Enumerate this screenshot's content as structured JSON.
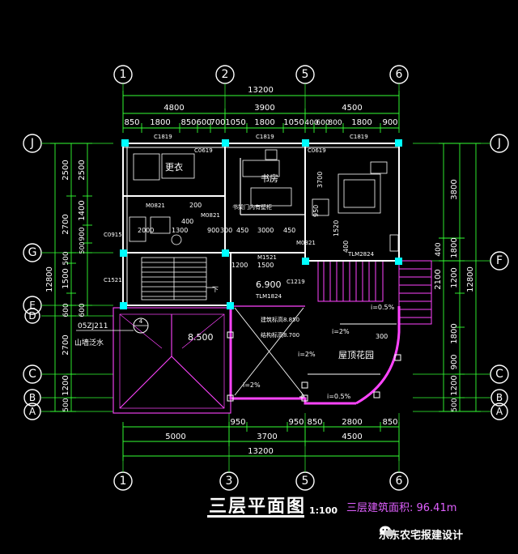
{
  "colors": {
    "background": "#000000",
    "dim_line": "#33ff33",
    "wall": "#ffffff",
    "column": "#00ffff",
    "roof": "#ff44ff",
    "text": "#ffffff",
    "accent_text": "#e060ff",
    "label_yellow": "#ffff66"
  },
  "axes": {
    "top": [
      "1",
      "2",
      "5",
      "6"
    ],
    "bottom": [
      "1",
      "3",
      "5",
      "6"
    ],
    "left": [
      "J",
      "G",
      "E",
      "D",
      "C",
      "B",
      "A"
    ],
    "right": [
      "J",
      "F",
      "C",
      "B",
      "A"
    ]
  },
  "dims_top": {
    "total": "13200",
    "row2": [
      "4800",
      "3900",
      "4500"
    ],
    "row3": [
      "850",
      "1800",
      "850",
      "600",
      "700",
      "1050",
      "1800",
      "1050",
      "400",
      "600",
      "800",
      "1800",
      "900"
    ]
  },
  "dims_bottom": {
    "row1": [
      "950",
      "950",
      "850",
      "2800",
      "850"
    ],
    "row2": [
      "5000",
      "3700",
      "4500"
    ],
    "total": "13200"
  },
  "dims_left": {
    "total": "12800",
    "outer": [
      "2500",
      "2700",
      "500",
      "1500",
      "600",
      "2700",
      "1200",
      "500"
    ],
    "inner": [
      "2500",
      "1400",
      "900",
      "500",
      "600"
    ]
  },
  "dims_right": {
    "total": "12800",
    "outer": [
      "3800",
      "1800",
      "1200",
      "1800",
      "900",
      "1200",
      "500"
    ],
    "inner": [
      "400",
      "2100"
    ]
  },
  "rooms": {
    "dressing": "更衣",
    "study": "书房",
    "roof_garden": "屋顶花园",
    "stair_note": "下",
    "floor_level": "6.900",
    "roof_level": "8.500",
    "drainage": "山墙泛水",
    "ref_code": "05ZJ211",
    "ref_num": "4",
    "shelf_note": "书架门内有壁柜"
  },
  "openings": {
    "c1819_1": "C1819",
    "c1819_2": "C1819",
    "c1819_3": "C1819",
    "c0619_1": "C0619",
    "c0619_2": "C0619",
    "m0821_1": "M0821",
    "m0821_2": "M0821",
    "m0821_3": "M0821",
    "c0915": "C0915",
    "c1521": "C1521",
    "m1521": "M1521",
    "c1219": "C1219",
    "tlm1824": "TLM1824",
    "tlm2824": "TLM2824"
  },
  "inner_dims": {
    "d2000": "2000",
    "d1300": "1300",
    "d900": "900",
    "d300": "300",
    "d450a": "450",
    "d3000": "3000",
    "d450b": "450",
    "d1200": "1200",
    "d1500": "1500",
    "d400a": "400",
    "d200": "200",
    "d3700": "3700",
    "d950": "950",
    "d1520": "1520",
    "d400b": "400",
    "d300b": "300"
  },
  "roof_notes": {
    "slope_1": "i=0.5%",
    "slope_2": "i=2%",
    "slope_3": "i=2%",
    "slope_4": "i=2%",
    "slope_5": "i=0.5%",
    "level_1": "建筑标高8.850",
    "level_2": "结构标高8.700"
  },
  "footer": {
    "title": "三层平面图",
    "scale": "1:100",
    "area": "三层建筑面积: 96.41m",
    "watermark": "乐东农宅报建设计"
  }
}
